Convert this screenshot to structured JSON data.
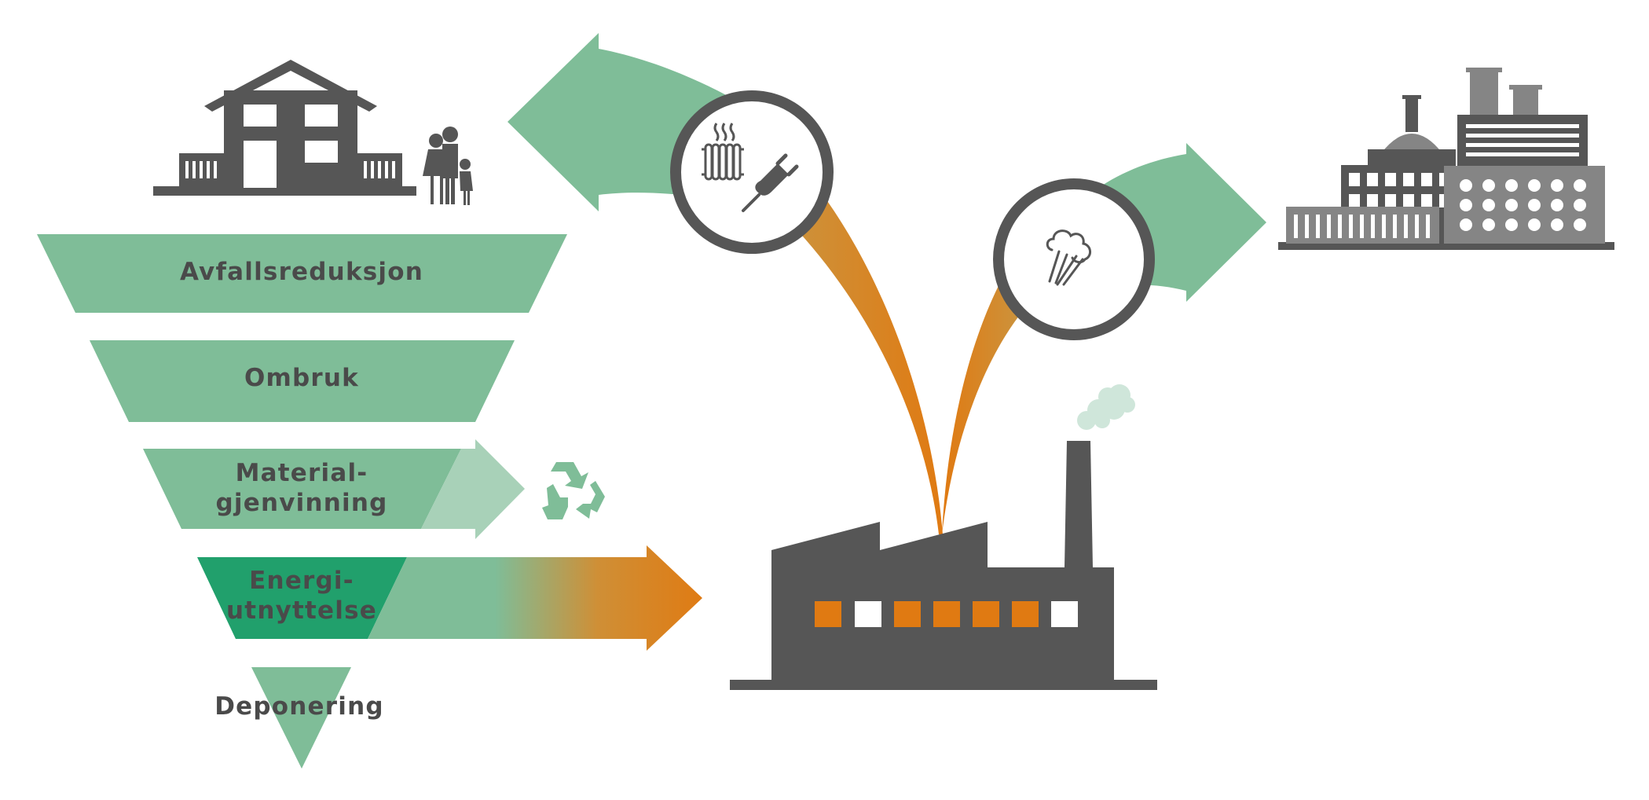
{
  "hierarchy": {
    "tiers": [
      {
        "id": "avfallsreduksjon",
        "lines": [
          "Avfallsreduksjon"
        ]
      },
      {
        "id": "ombruk",
        "lines": [
          "Ombruk"
        ]
      },
      {
        "id": "materialgjenvinning",
        "lines": [
          "Material-",
          "gjenvinning"
        ]
      },
      {
        "id": "energiutnyttelse",
        "lines": [
          "Energi-",
          "utnyttelse"
        ]
      },
      {
        "id": "deponering",
        "lines": [
          "Deponering"
        ]
      }
    ]
  },
  "icons": {
    "house": "house-icon",
    "family": "family-icon",
    "recycle": "recycle-icon",
    "radiator": "radiator-icon",
    "plug": "electric-plug-icon",
    "steam": "steam-icon",
    "smoke": "smoke-cloud-icon",
    "plant": "waste-to-energy-plant-icon",
    "industry": "industrial-building-icon"
  },
  "colors": {
    "green": "#7fbd98",
    "light_green": "#a8d1b8",
    "dark_green": "#21a06c",
    "orange": "#e07a12",
    "dark_gray": "#565656",
    "gray": "#858585",
    "smoke": "#cfe6da"
  }
}
